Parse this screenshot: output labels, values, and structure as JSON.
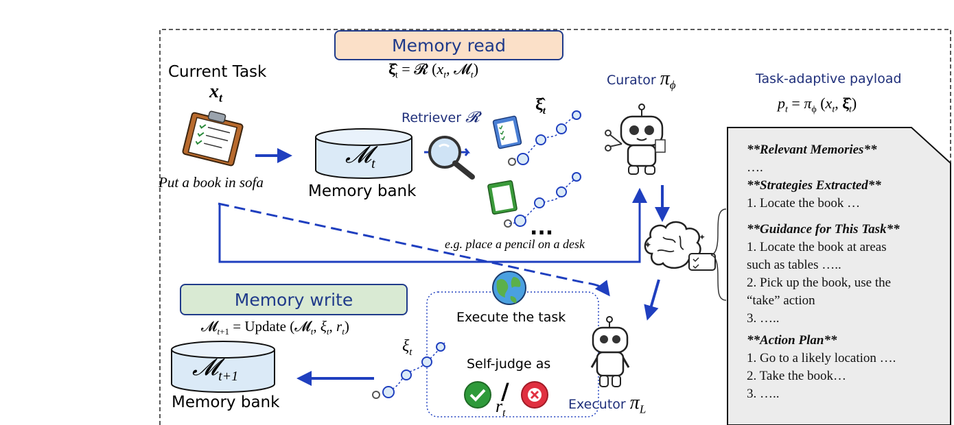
{
  "memory_read": {
    "label": "Memory read",
    "formula": "ξ̂t = R (xt, Mt)"
  },
  "current_task": {
    "title": "Current Task",
    "var": "xt",
    "example": "Put a book in sofa"
  },
  "memory_bank_read": {
    "symbol": "Mt",
    "label": "Memory bank"
  },
  "retriever": {
    "label": "Retriever R",
    "xi_hat": "ξ̂t",
    "ellipsis": "...",
    "example": "e.g. place a pencil on a desk"
  },
  "curator": {
    "label": "Curator πϕ"
  },
  "payload": {
    "title": "Task-adaptive payload",
    "formula": "pt = πϕ (xt, ξ̂t)",
    "lines": [
      {
        "text": "**Relevant Memories**",
        "heading": true
      },
      {
        "text": "….",
        "heading": false
      },
      {
        "text": "**Strategies Extracted**",
        "heading": true
      },
      {
        "text": "1. Locate the book …",
        "heading": false
      },
      {
        "text": "",
        "heading": false
      },
      {
        "text": "**Guidance for This Task**",
        "heading": true
      },
      {
        "text": "1. Locate the book at areas",
        "heading": false
      },
      {
        "text": "such as tables …..",
        "heading": false
      },
      {
        "text": "2. Pick up the book, use the",
        "heading": false
      },
      {
        "text": "“take” action",
        "heading": false
      },
      {
        "text": "3. …..",
        "heading": false
      },
      {
        "text": "**Action Plan**",
        "heading": true
      },
      {
        "text": "1. Go to a likely location ….",
        "heading": false
      },
      {
        "text": "2. Take the book…",
        "heading": false
      },
      {
        "text": "3. …..",
        "heading": false
      }
    ]
  },
  "memory_write": {
    "label": "Memory write",
    "formula": "Mt+1 = Update (Mt, ξt, rt)"
  },
  "memory_bank_write": {
    "symbol": "Mt+1",
    "label": "Memory bank"
  },
  "execute": {
    "label": "Execute the task",
    "xi": "ξt",
    "self_judge": "Self-judge as",
    "slash": "/",
    "reward": "rt"
  },
  "executor": {
    "label": "Executor πL"
  },
  "colors": {
    "arrow_blue": "#1f3fbf",
    "pill_read": "#fbe0c8",
    "pill_write": "#d9ead3",
    "cylinder": "#dbeaf7",
    "panel": "#ececec",
    "navy": "#1f2f7a"
  }
}
